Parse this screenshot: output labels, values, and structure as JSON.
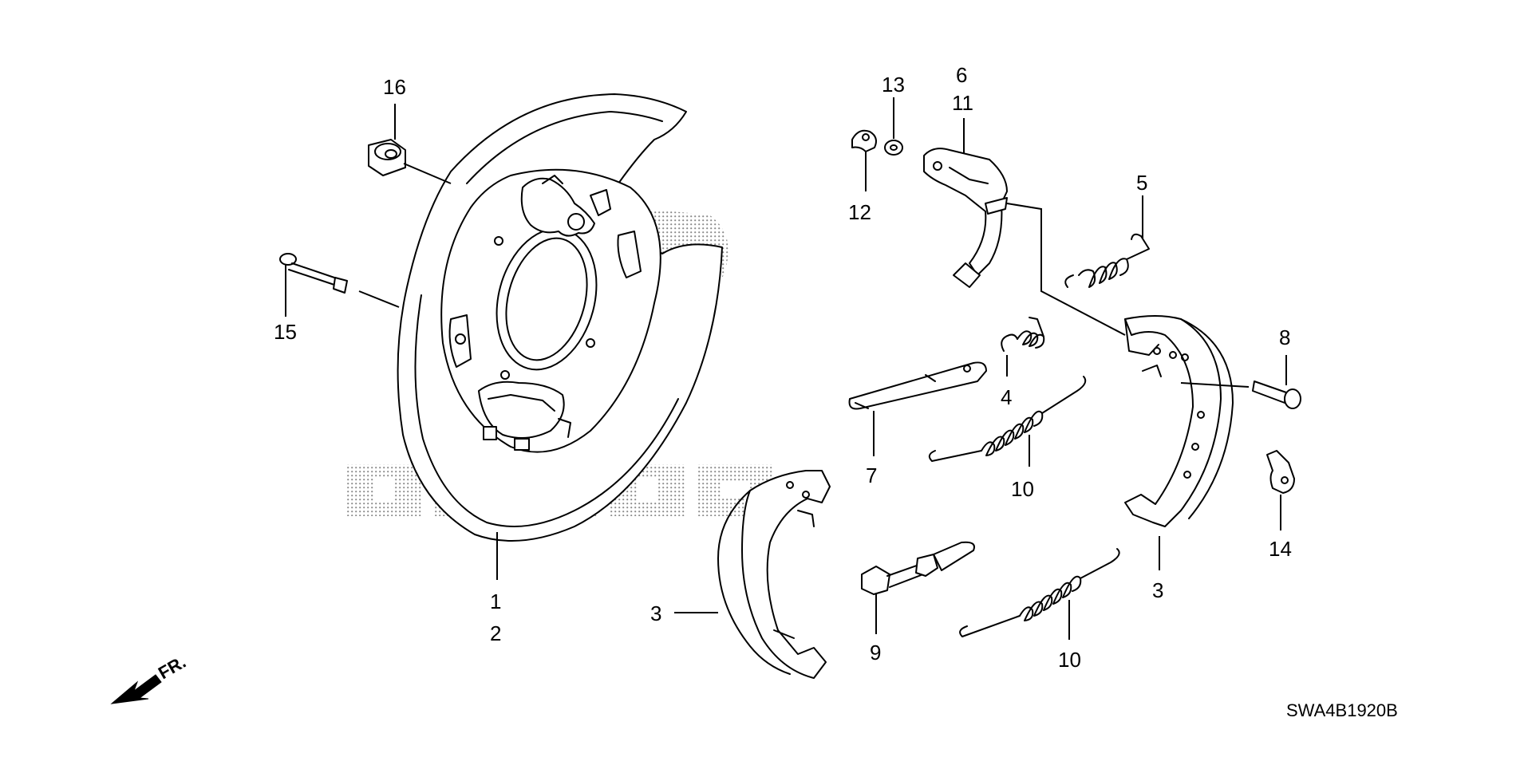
{
  "callouts": {
    "c1": "1",
    "c2": "2",
    "c3_left": "3",
    "c3_right": "3",
    "c4": "4",
    "c5": "5",
    "c6": "6",
    "c7": "7",
    "c8": "8",
    "c9": "9",
    "c10_upper": "10",
    "c10_lower": "10",
    "c11": "11",
    "c12": "12",
    "c13": "13",
    "c14": "14",
    "c15": "15",
    "c16": "16"
  },
  "direction_label": "FR.",
  "diagram_code": "SWA4B1920B",
  "watermark_text": "HONDA"
}
